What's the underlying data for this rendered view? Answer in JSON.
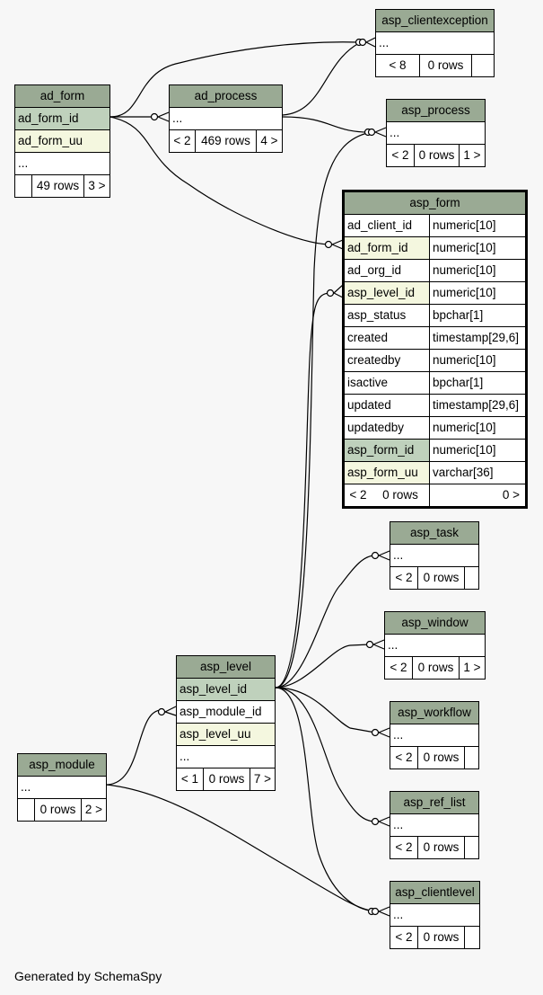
{
  "footer": "Generated by SchemaSpy",
  "tables": {
    "ad_form": {
      "name": "ad_form",
      "cols": [
        "ad_form_id",
        "ad_form_uu",
        "..."
      ],
      "foot": [
        "",
        "49 rows",
        "3 >"
      ]
    },
    "ad_process": {
      "name": "ad_process",
      "cols": [
        "..."
      ],
      "foot": [
        "< 2",
        "469 rows",
        "4 >"
      ]
    },
    "asp_clientexception": {
      "name": "asp_clientexception",
      "cols": [
        "..."
      ],
      "foot": [
        "< 8",
        "0 rows",
        ""
      ]
    },
    "asp_process": {
      "name": "asp_process",
      "cols": [
        "..."
      ],
      "foot": [
        "< 2",
        "0 rows",
        "1 >"
      ]
    },
    "asp_form": {
      "name": "asp_form",
      "cols": [
        [
          "ad_client_id",
          "numeric[10]"
        ],
        [
          "ad_form_id",
          "numeric[10]"
        ],
        [
          "ad_org_id",
          "numeric[10]"
        ],
        [
          "asp_level_id",
          "numeric[10]"
        ],
        [
          "asp_status",
          "bpchar[1]"
        ],
        [
          "created",
          "timestamp[29,6]"
        ],
        [
          "createdby",
          "numeric[10]"
        ],
        [
          "isactive",
          "bpchar[1]"
        ],
        [
          "updated",
          "timestamp[29,6]"
        ],
        [
          "updatedby",
          "numeric[10]"
        ],
        [
          "asp_form_id",
          "numeric[10]"
        ],
        [
          "asp_form_uu",
          "varchar[36]"
        ]
      ],
      "foot": [
        "< 2",
        "0 rows",
        "0 >"
      ]
    },
    "asp_task": {
      "name": "asp_task",
      "cols": [
        "..."
      ],
      "foot": [
        "< 2",
        "0 rows",
        ""
      ]
    },
    "asp_window": {
      "name": "asp_window",
      "cols": [
        "..."
      ],
      "foot": [
        "< 2",
        "0 rows",
        "1 >"
      ]
    },
    "asp_workflow": {
      "name": "asp_workflow",
      "cols": [
        "..."
      ],
      "foot": [
        "< 2",
        "0 rows",
        ""
      ]
    },
    "asp_ref_list": {
      "name": "asp_ref_list",
      "cols": [
        "..."
      ],
      "foot": [
        "< 2",
        "0 rows",
        ""
      ]
    },
    "asp_clientlevel": {
      "name": "asp_clientlevel",
      "cols": [
        "..."
      ],
      "foot": [
        "< 2",
        "0 rows",
        ""
      ]
    },
    "asp_level": {
      "name": "asp_level",
      "cols": [
        "asp_level_id",
        "asp_module_id",
        "asp_level_uu",
        "..."
      ],
      "foot": [
        "< 1",
        "0 rows",
        "7 >"
      ]
    },
    "asp_module": {
      "name": "asp_module",
      "cols": [
        "..."
      ],
      "foot": [
        "",
        "0 rows",
        "2 >"
      ]
    }
  }
}
